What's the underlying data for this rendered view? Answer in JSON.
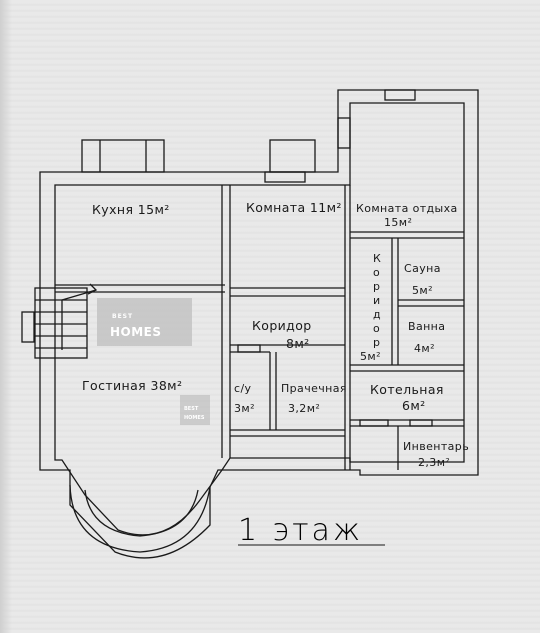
{
  "floor_title": "1 этаж",
  "rooms": {
    "kitchen": "Кухня 15м²",
    "room": "Комната 11м²",
    "rest_room": [
      "Комната отдыха",
      "15м²"
    ],
    "sauna": [
      "Сауна",
      "5м²"
    ],
    "corridor_vertical": [
      "К",
      "о",
      "р",
      "и",
      "д",
      "о",
      "р"
    ],
    "corridor_vertical_area": "5м²",
    "hall": [
      "Коридор",
      "8м²"
    ],
    "bath": [
      "Ванна",
      "4м²"
    ],
    "living": "Гостиная 38м²",
    "wc": [
      "с/у",
      "3м²"
    ],
    "laundry": [
      "Прачечная",
      "3,2м²"
    ],
    "boiler": [
      "Котельная",
      "6м²"
    ],
    "inventory": [
      "Инвентарь",
      "2,3м²"
    ]
  },
  "watermark": {
    "line1": "BEST",
    "line2": "HOMES"
  },
  "watermark_small": {
    "line1": "BEST",
    "line2": "HOMES"
  },
  "colors": {
    "ink": "#1a1a1a",
    "paper": "#e6e6e6",
    "watermark": "#b9b9b9"
  }
}
